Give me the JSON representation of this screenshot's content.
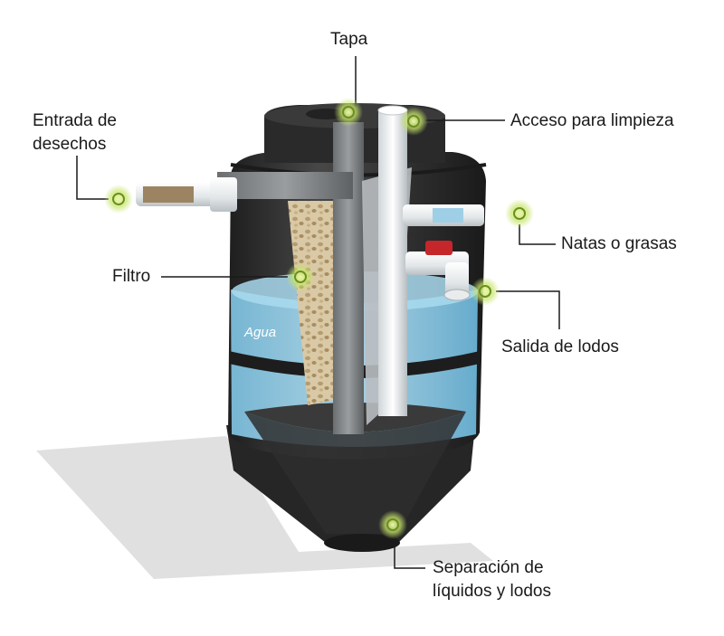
{
  "labels": {
    "tapa": "Tapa",
    "acceso": "Acceso para limpieza",
    "entrada_line1": "Entrada de",
    "entrada_line2": "desechos",
    "natas": "Natas o grasas",
    "filtro": "Filtro",
    "salida": "Salida de lodos",
    "separacion_line1": "Separación de",
    "separacion_line2": "líquidos y lodos"
  },
  "water_label": "Agua",
  "colors": {
    "tank_dark": "#2b2b2b",
    "tank_mid": "#3d3d3d",
    "water": "#8fcbe6",
    "water_deep": "#5fb0d6",
    "pipe_white": "#f1f3f4",
    "marker_glow": "#cfe97a",
    "marker_ring": "#7fae2a",
    "valve_red": "#c4262a"
  }
}
